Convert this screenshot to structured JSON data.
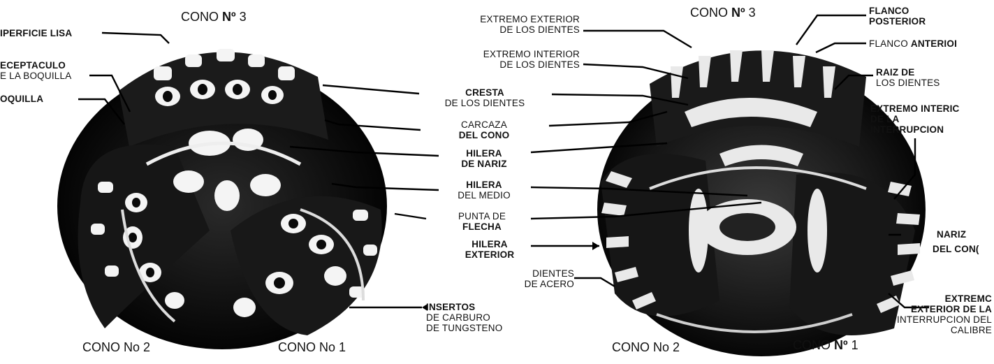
{
  "left_figure": {
    "top_caption_text": "CONO ",
    "top_caption_bold": "Nº",
    "top_caption_num": " 3",
    "bottom_left_caption": "CONO No 2",
    "bottom_right_caption": "CONO No 1",
    "left_labels": [
      {
        "line1": "IPERFICIE LISA",
        "line2": ""
      },
      {
        "line1": "ECEPTACULO",
        "line2": "E LA BOQUILLA"
      },
      {
        "line1": "OQUILLA",
        "line2": ""
      }
    ]
  },
  "center_labels": [
    {
      "line1": "EXTREMO EXTERIOR",
      "line2": "DE LOS DIENTES"
    },
    {
      "line1": "EXTREMO INTERIOR",
      "line2": "DE LOS DIENTES"
    },
    {
      "line1": "CRESTA",
      "line2": "DE LOS DIENTES"
    },
    {
      "line1": "CARCAZA",
      "line2": "DEL CONO"
    },
    {
      "line1": "HILERA",
      "line2": "DE NARIZ"
    },
    {
      "line1": "HILERA",
      "line2": "DEL MEDIO"
    },
    {
      "line1": "PUNTA DE",
      "line2": "FLECHA"
    },
    {
      "line1": "HILERA",
      "line2": "EXTERIOR"
    },
    {
      "line1": "DIENTES",
      "line2": "DE ACERO"
    },
    {
      "line1": "INSERTOS",
      "line2": "DE CARBURO",
      "line3": "DE TUNGSTENO"
    }
  ],
  "right_figure": {
    "top_caption_text": "CONO ",
    "top_caption_bold": "Nº",
    "top_caption_num": " 3",
    "bottom_left_caption": "CONO No 2",
    "bottom_right_caption_text": "CONO ",
    "bottom_right_caption_bold": "Nº",
    "bottom_right_caption_num": " 1",
    "right_labels": [
      {
        "line1": "FLANCO",
        "line2": "POSTERIOR"
      },
      {
        "line1": "FLANCO ",
        "line1b": "ANTERIOI"
      },
      {
        "line1": "RAIZ DE",
        "line2": "LOS DIENTES"
      },
      {
        "line1": "EXTREMO INTERIC",
        "line2": "DE LA",
        "line3": "INTERRUPCION"
      },
      {
        "line1": "NARIZ",
        "line2": "DEL CON("
      },
      {
        "line1": "EXTREMC",
        "line2": "EXTERIOR DE LA",
        "line3": "INTERRUPCION DEL",
        "line4": "CALIBRE"
      }
    ]
  }
}
